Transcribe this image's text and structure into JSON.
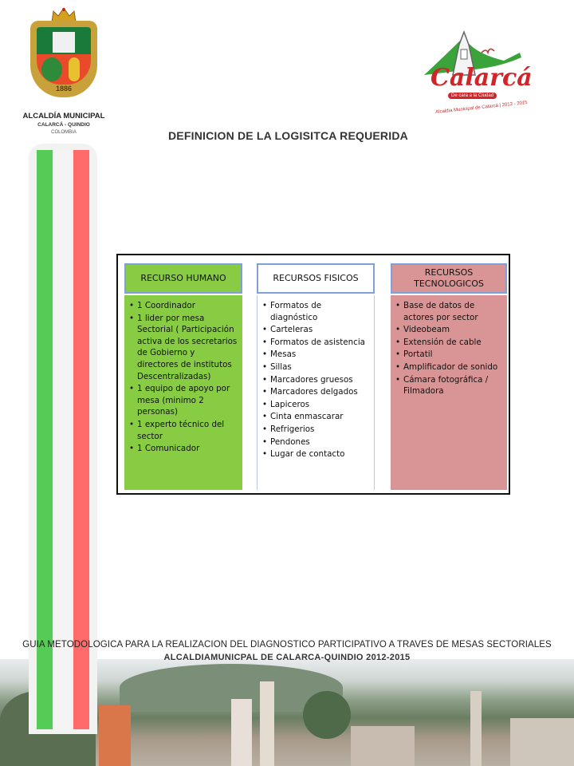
{
  "header": {
    "seal": {
      "year": "1886",
      "title": "ALCALDÍA MUNICIPAL",
      "subtitle": "CALARCÁ - QUINDIO",
      "country": "COLOMBIA"
    },
    "brand_logo": {
      "word": "Calarcá",
      "slogan": "De cara a la Ciudad",
      "period": "Alcaldía Municipal de Calarcá | 2012 - 2015"
    },
    "page_title": "DEFINICION DE LA LOGISITCA REQUERIDA"
  },
  "diagram": {
    "columns": [
      {
        "heading": "RECURSO HUMANO",
        "items": [
          "1 Coordinador",
          "1 lider por mesa Sectorial ( Participación activa de los secretarios de Gobierno y directores de institutos Descentralizadas)",
          "1 equipo de apoyo por mesa (minimo 2 personas)",
          "1 experto técnico del sector",
          "1 Comunicador"
        ]
      },
      {
        "heading": "RECURSOS FISICOS",
        "items": [
          "Formatos de diagnóstico",
          "Carteleras",
          "Formatos de asistencia",
          "Mesas",
          "Sillas",
          "Marcadores gruesos",
          "Marcadores delgados",
          "Lapiceros",
          "Cinta enmascarar",
          "Refrigerios",
          "Pendones",
          "Lugar de contacto"
        ]
      },
      {
        "heading": "RECURSOS TECNOLOGICOS",
        "items": [
          "Base de datos de actores por sector",
          "Videobeam",
          "Extensión de cable",
          "Portatil",
          "Amplificador de sonido",
          "Cámara fotográfica / Filmadora"
        ]
      }
    ]
  },
  "footer": {
    "line1": "GUIA METODOLOGICA PARA LA REALIZACION DEL DIAGNOSTICO PARTICIPATIVO A TRAVES DE MESAS SECTORIALES",
    "line2": "ALCALDIAMUNICPAL DE CALARCA-QUINDIO 2012-2015"
  },
  "colors": {
    "human": "#88cc44",
    "physical": "#ffffff",
    "tech": "#d99595",
    "flag_green": "#55cc55",
    "flag_red": "#ff6b6b"
  }
}
